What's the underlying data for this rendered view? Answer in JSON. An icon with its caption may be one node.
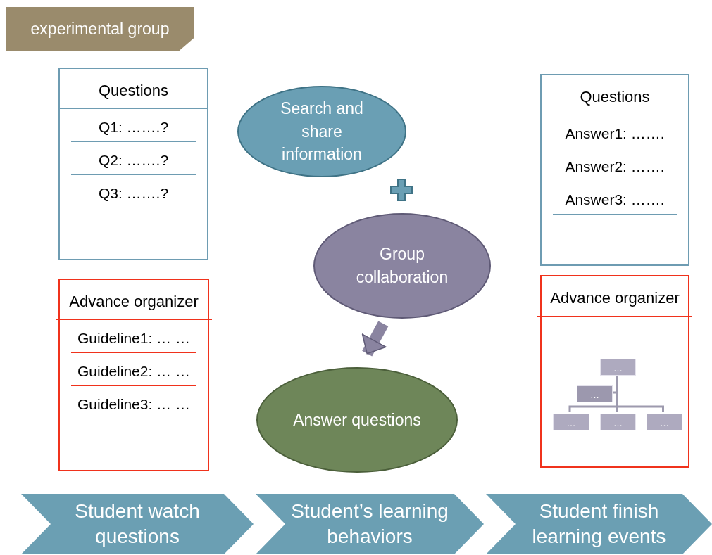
{
  "diagram": {
    "nodes": [
      {
        "text": [
          "experimental group"
        ]
      },
      {
        "text": [
          "Questions",
          "Q1: …….?",
          "Q2: …….?",
          "Q3: …….?"
        ]
      },
      {
        "text": [
          "Advance organizer",
          "Guideline1: … …",
          "Guideline2: … …",
          "Guideline3: … …"
        ]
      },
      {
        "text": [
          "Search  and share information"
        ]
      },
      {
        "text": [
          "Group collaboration"
        ]
      },
      {
        "text": [
          "Answer questions"
        ]
      },
      {
        "text": [
          "Questions",
          "Answer1: …….",
          "Answer2: …….",
          "Answer3: ……."
        ]
      },
      {
        "text": [
          "Advance organizer"
        ]
      },
      {
        "text": [
          "…"
        ],
        "in": 7
      },
      {
        "text": [
          "…"
        ],
        "in": 7
      },
      {
        "text": [
          "…"
        ],
        "in": 7
      },
      {
        "text": [
          "…"
        ],
        "in": 7
      },
      {
        "text": [
          "…"
        ],
        "in": 7
      },
      {
        "text": [
          "Student watch questions"
        ]
      },
      {
        "text": [
          "Student’s learning behaviors"
        ]
      },
      {
        "text": [
          "Student finish learning events"
        ]
      }
    ],
    "edges": [
      {
        "from": 4,
        "to": 5,
        "arrow": "to",
        "style": "thick",
        "color": "#8a84a0"
      },
      {
        "from": 8,
        "to": 9,
        "arrow": "none"
      },
      {
        "from": 8,
        "to": 10,
        "arrow": "none"
      },
      {
        "from": 8,
        "to": 11,
        "arrow": "none"
      },
      {
        "from": 8,
        "to": 12,
        "arrow": "none"
      }
    ]
  }
}
